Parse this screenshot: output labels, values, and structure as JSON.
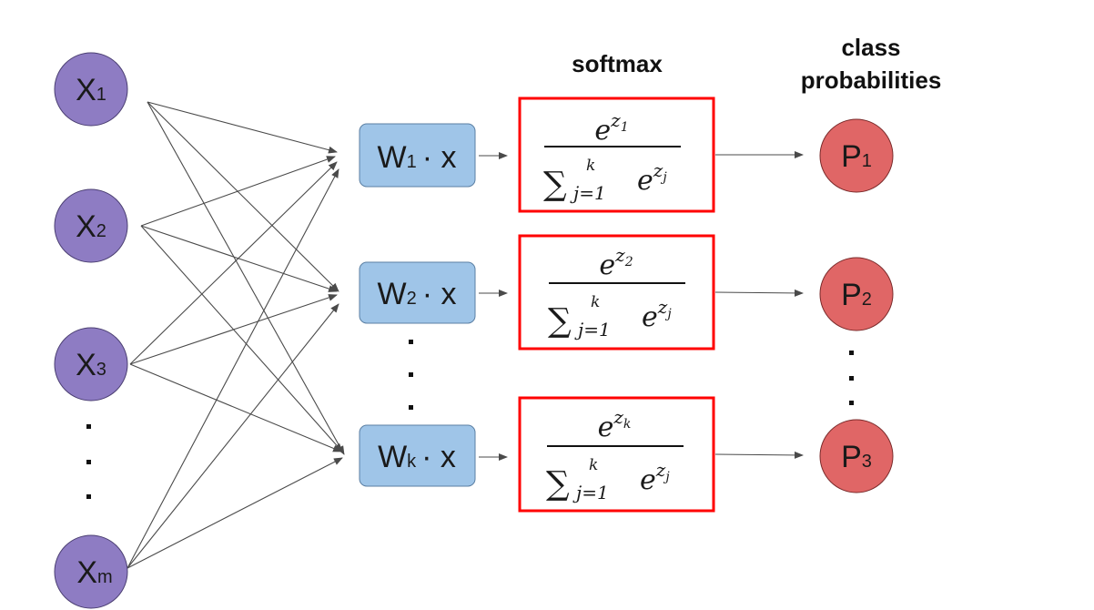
{
  "colors": {
    "input_node": "#8e7cc3",
    "input_node_border": "#4b3f72",
    "weight_box": "#9fc5e8",
    "weight_box_border": "#5b7fa3",
    "softmax_border": "#ff0000",
    "output_node": "#e06666",
    "output_node_border": "#7a2b2b",
    "edge": "#4a4a4a"
  },
  "headings": {
    "softmax": "softmax",
    "class_line1": "class",
    "class_line2": "probabilities"
  },
  "inputs": [
    {
      "letter": "X",
      "sub": "1"
    },
    {
      "letter": "X",
      "sub": "2"
    },
    {
      "letter": "X",
      "sub": "3"
    },
    {
      "letter": "X",
      "sub": "m"
    }
  ],
  "weights": [
    {
      "letter": "W",
      "sub": "1",
      "tail": "· x"
    },
    {
      "letter": "W",
      "sub": "2",
      "tail": "· x"
    },
    {
      "letter": "W",
      "sub": "k",
      "tail": "· x"
    }
  ],
  "softmax_boxes": [
    {
      "numerator_base": "e",
      "numerator_sup": "z",
      "numerator_sub": "1",
      "sum_symbol": "∑",
      "sum_upper": "k",
      "sum_lower": "j=1",
      "denominator_base": "e",
      "denominator_sup": "z",
      "denominator_sub": "j"
    },
    {
      "numerator_base": "e",
      "numerator_sup": "z",
      "numerator_sub": "2",
      "sum_symbol": "∑",
      "sum_upper": "k",
      "sum_lower": "j=1",
      "denominator_base": "e",
      "denominator_sup": "z",
      "denominator_sub": "j"
    },
    {
      "numerator_base": "e",
      "numerator_sup": "z",
      "numerator_sub": "k",
      "sum_symbol": "∑",
      "sum_upper": "k",
      "sum_lower": "j=1",
      "denominator_base": "e",
      "denominator_sup": "z",
      "denominator_sub": "j"
    }
  ],
  "outputs": [
    {
      "letter": "P",
      "sub": "1"
    },
    {
      "letter": "P",
      "sub": "2"
    },
    {
      "letter": "P",
      "sub": "3"
    }
  ]
}
